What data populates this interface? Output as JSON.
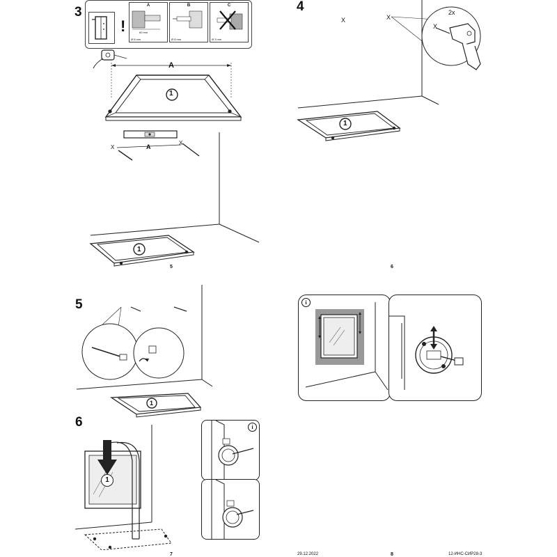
{
  "page": {
    "steps": {
      "s3": "3",
      "s4": "4",
      "s5": "5",
      "s6": "6"
    },
    "page_numbers": {
      "p5": "5",
      "p6": "6",
      "p7": "7",
      "p8": "8"
    },
    "footer": {
      "date": "29.12.2022",
      "doc_code": "12-ИНС-СИР28-3"
    }
  },
  "step3": {
    "hardware": {
      "warning": "!",
      "col_a": {
        "label": "A",
        "dim": "60 mm",
        "diam": "Ø 8 mm"
      },
      "col_b": {
        "label": "B",
        "diam": "Ø 8 mm"
      },
      "col_c": {
        "label": "C",
        "diam": "Ø 3 mm"
      }
    },
    "dimension_label": "A",
    "level_label": "A",
    "part_number": "1",
    "marks": {
      "left": "X",
      "right": "X"
    }
  },
  "step4": {
    "marks": {
      "left": "X",
      "right": "X",
      "drill": "X"
    },
    "count": "2x",
    "part_number": "1"
  },
  "step5": {
    "part_number": "1"
  },
  "info_panel": {
    "icon": "i"
  },
  "step6": {
    "part_number": "1",
    "info_icon": "i"
  }
}
